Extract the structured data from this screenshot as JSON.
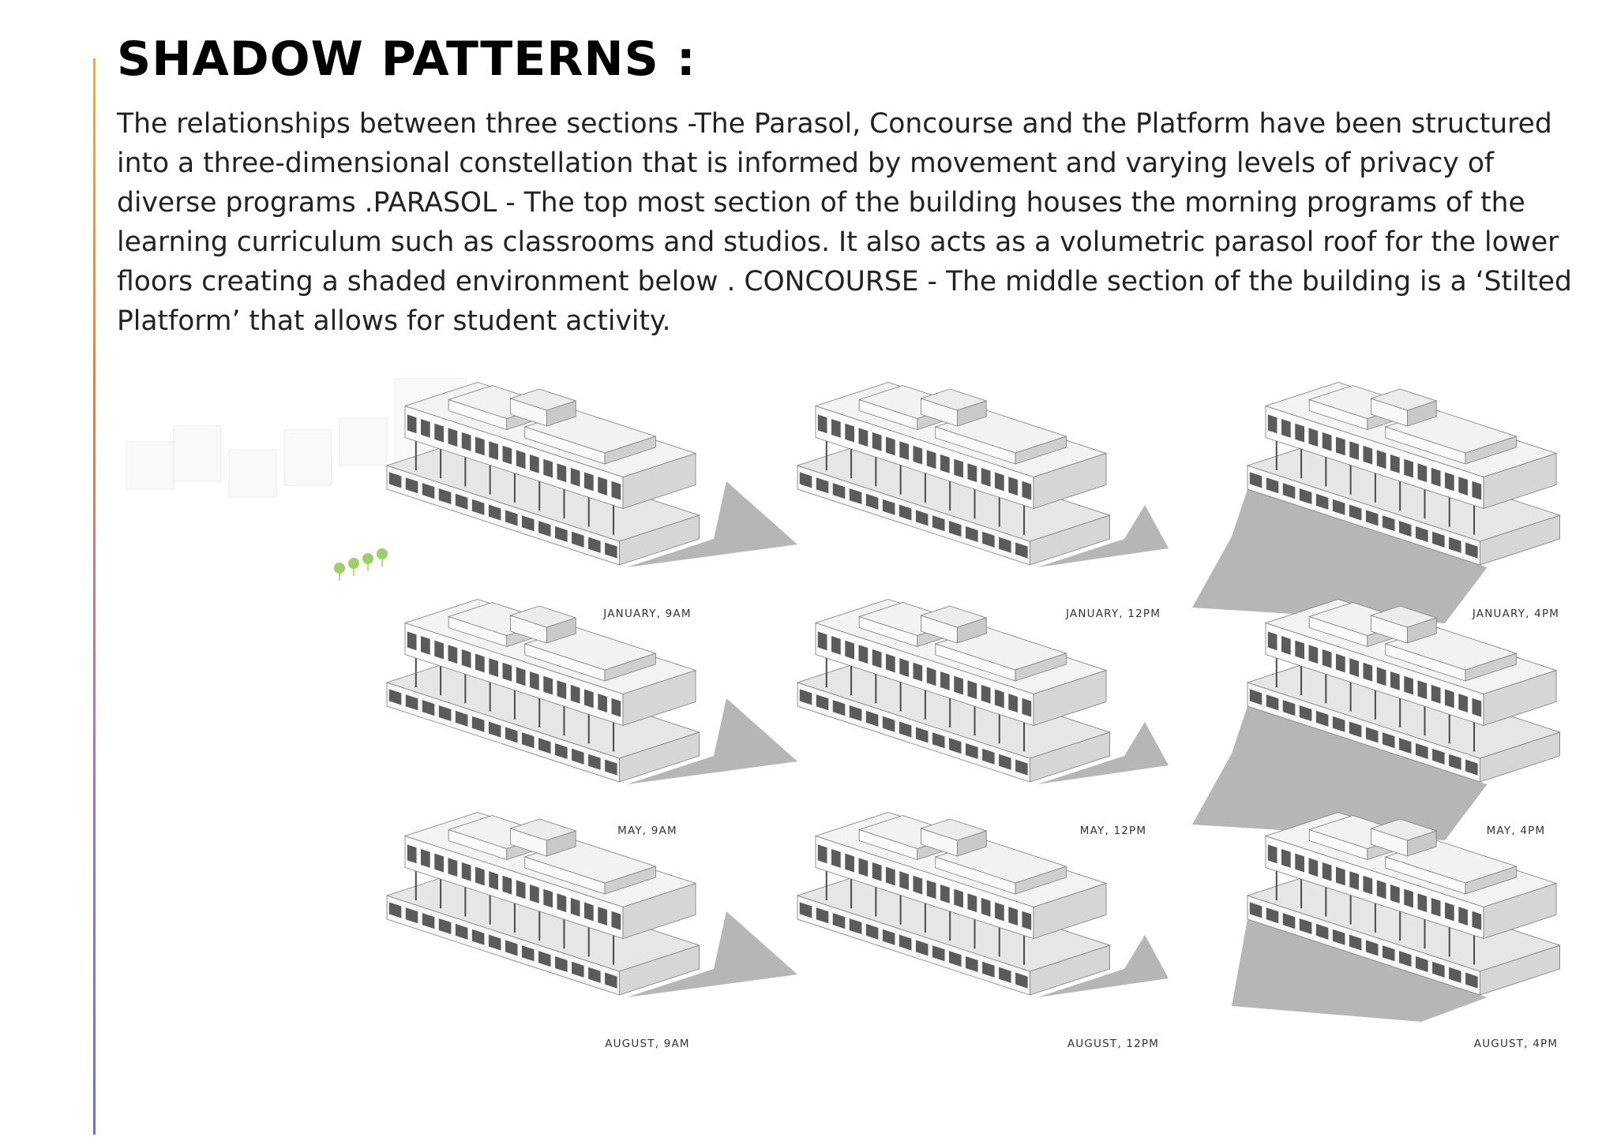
{
  "page": {
    "title": "SHADOW PATTERNS :",
    "description": "The relationships between three sections -The Parasol, Concourse and the Platform have been structured into a three-dimensional constellation that is informed by movement and varying levels of privacy of diverse programs .PARASOL - The top most section of the building houses the morning programs of the learning curriculum such as classrooms and studios. It also acts as a volumetric parasol roof for the lower floors creating a shaded environment below . CONCOURSE - The middle section of the building is a ‘Stilted Platform’ that allows for student activity."
  },
  "colors": {
    "accent_top": "#e7b23c",
    "accent_bottom": "#6f6fc4",
    "shadow": "#a9a9a9",
    "building_light": "#f3f3f3",
    "building_mid": "#d6d6d6",
    "tree": "#9ccf6a"
  },
  "figures": [
    {
      "caption": "JANUARY, 9AM",
      "shadow_direction": "right"
    },
    {
      "caption": "JANUARY, 12PM",
      "shadow_direction": "right-short"
    },
    {
      "caption": "JANUARY, 4PM",
      "shadow_direction": "left-long"
    },
    {
      "caption": "MAY, 9AM",
      "shadow_direction": "right"
    },
    {
      "caption": "MAY, 12PM",
      "shadow_direction": "right-short"
    },
    {
      "caption": "MAY, 4PM",
      "shadow_direction": "left-long"
    },
    {
      "caption": "AUGUST, 9AM",
      "shadow_direction": "right"
    },
    {
      "caption": "AUGUST, 12PM",
      "shadow_direction": "right-short"
    },
    {
      "caption": "AUGUST, 4PM",
      "shadow_direction": "left"
    }
  ]
}
